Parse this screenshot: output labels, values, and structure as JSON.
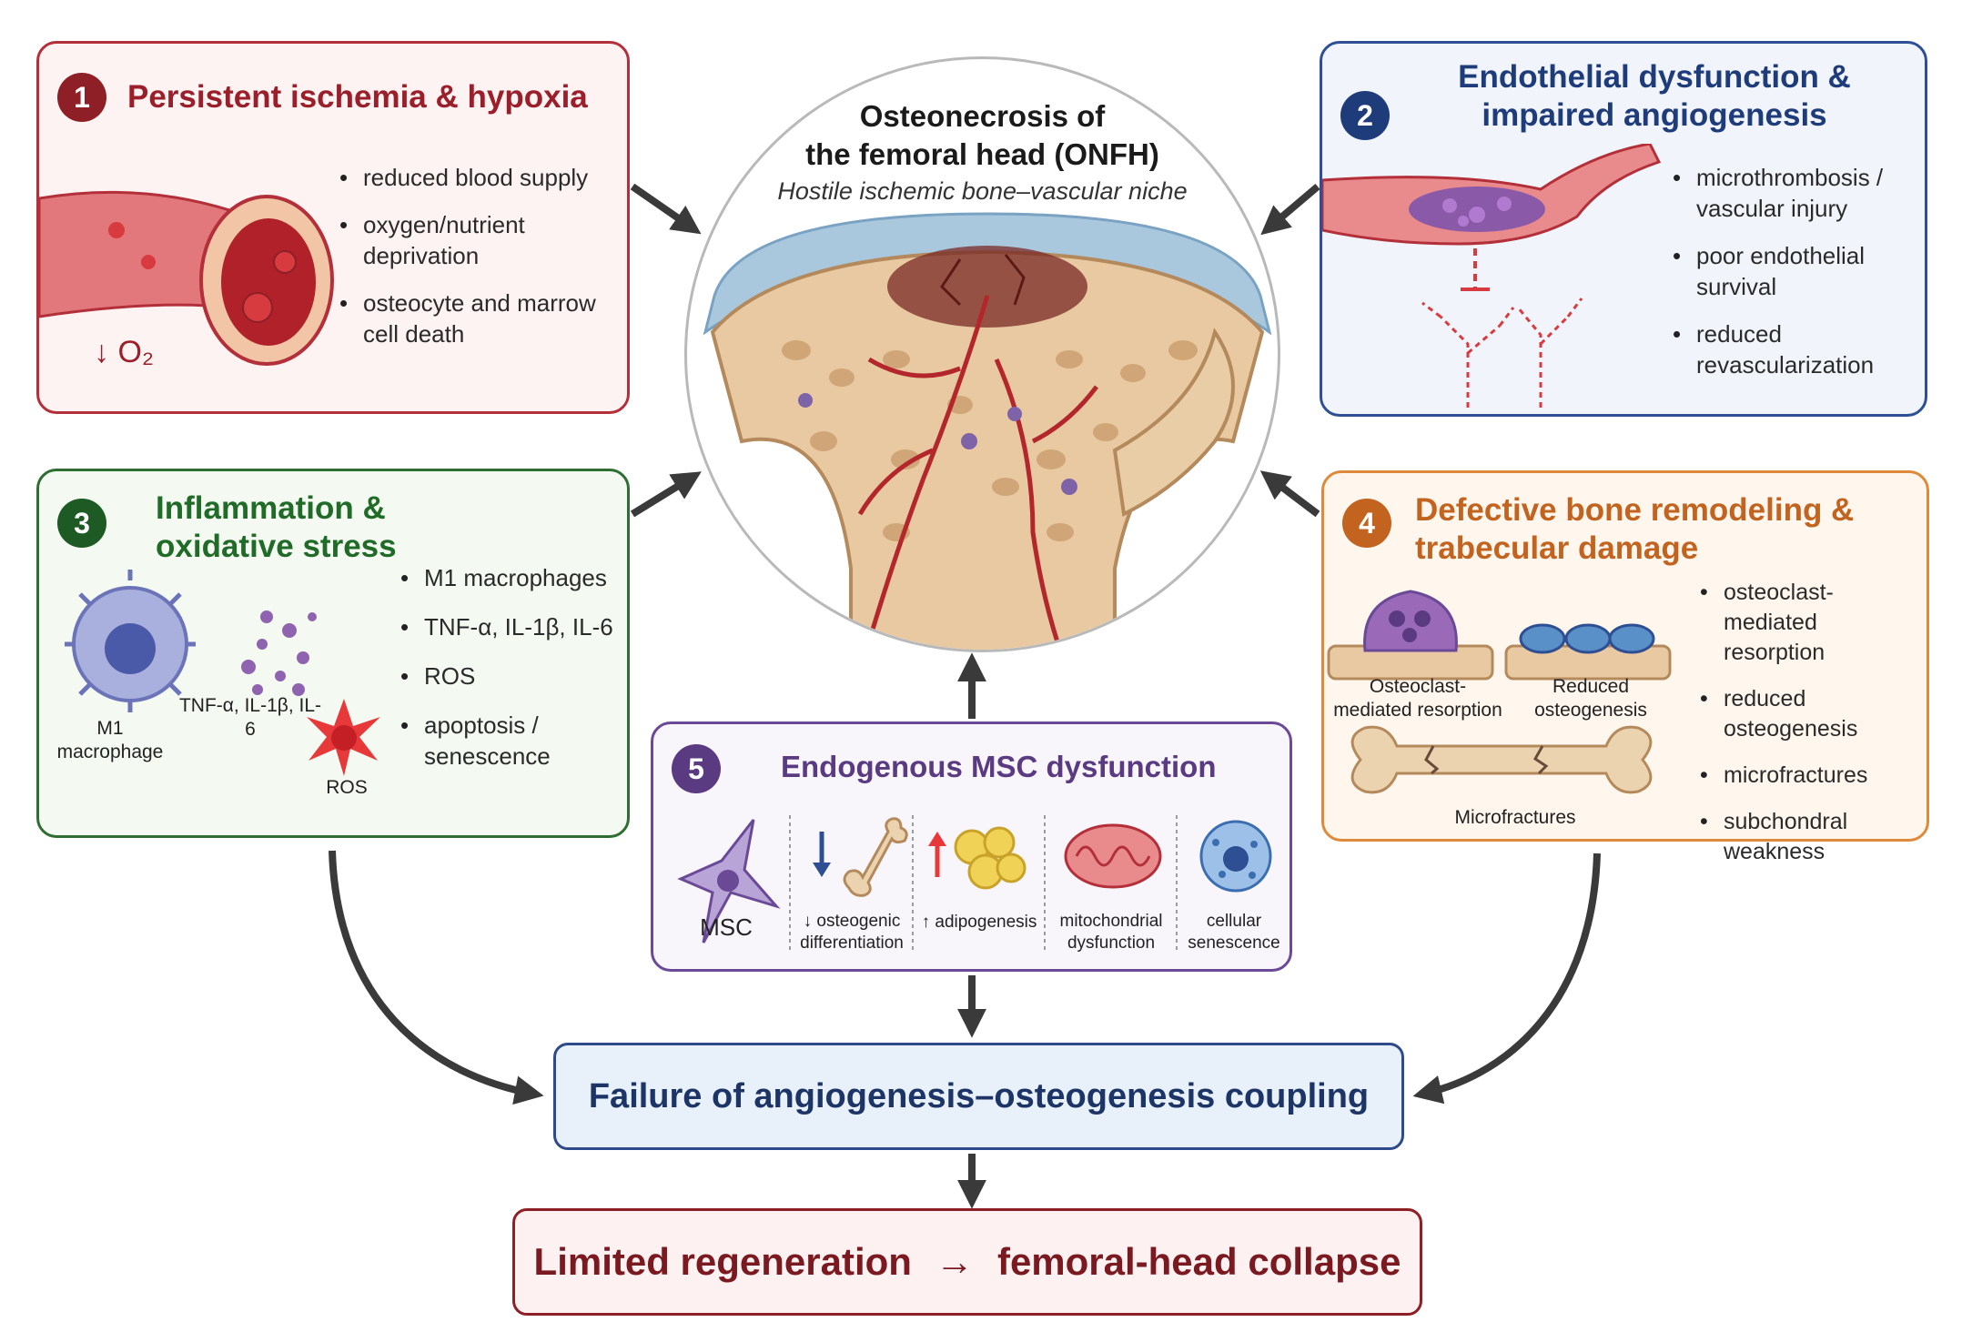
{
  "center": {
    "title_line1": "Osteonecrosis of",
    "title_line2": "the femoral head (ONFH)",
    "subtitle": "Hostile ischemic bone–vascular niche"
  },
  "panels": {
    "p1": {
      "number": "1",
      "title": "Persistent ischemia & hypoxia",
      "bullets": [
        "reduced blood supply",
        "oxygen/nutrient deprivation",
        "osteocyte and marrow cell death"
      ],
      "o2_label": "↓ O₂",
      "color": "#b3303a"
    },
    "p2": {
      "number": "2",
      "title_line1": "Endothelial dysfunction &",
      "title_line2": "impaired angiogenesis",
      "bullets": [
        "microthrombosis / vascular injury",
        "poor endothelial survival",
        "reduced revascularization"
      ],
      "color": "#2e4f93"
    },
    "p3": {
      "number": "3",
      "title_line1": "Inflammation &",
      "title_line2": "oxidative stress",
      "bullets": [
        "M1 macrophages",
        "TNF-α, IL-1β, IL-6",
        "ROS",
        "apoptosis / senescence"
      ],
      "captions": {
        "macrophage": "M1 macrophage",
        "cytokines": "TNF-α, IL-1β, IL-6",
        "ros": "ROS"
      },
      "color": "#2f6e33"
    },
    "p4": {
      "number": "4",
      "title_line1": "Defective bone remodeling &",
      "title_line2": "trabecular damage",
      "bullets": [
        "osteoclast-mediated resorption",
        "reduced osteogenesis",
        "microfractures",
        "subchondral weakness"
      ],
      "captions": {
        "osteoclast": "Osteoclast- mediated resorption",
        "osteogenesis": "Reduced osteogenesis",
        "microfractures": "Microfractures"
      },
      "color": "#d8782a"
    },
    "p5": {
      "number": "5",
      "title": "Endogenous MSC dysfunction",
      "items": {
        "msc": "MSC",
        "osteogenic": "↓ osteogenic differentiation",
        "adipogenesis": "↑ adipogenesis",
        "mitochondrial": "mitochondrial dysfunction",
        "senescence": "cellular senescence"
      },
      "color": "#6a4a97"
    }
  },
  "outcomes": {
    "coupling": "Failure of angiogenesis–osteogenesis coupling",
    "collapse_part1": "Limited regeneration",
    "collapse_arrow": "→",
    "collapse_part2": "femoral-head collapse"
  }
}
